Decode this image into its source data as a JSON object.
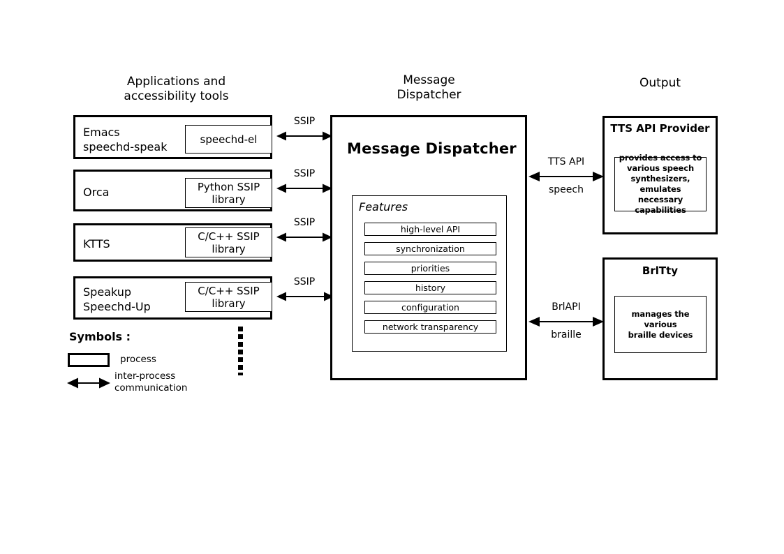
{
  "headings": {
    "left": "Applications and\naccessibility tools",
    "center": "Message\nDispatcher",
    "right": "Output"
  },
  "applications": [
    {
      "name": "Emacs\n speechd-speak",
      "library": "speechd-el",
      "link_label": "SSIP"
    },
    {
      "name": "Orca",
      "library": "Python SSIP\nlibrary",
      "link_label": "SSIP"
    },
    {
      "name": "KTTS",
      "library": "C/C++ SSIP\nlibrary",
      "link_label": "SSIP"
    },
    {
      "name": "Speakup\n Speechd-Up",
      "library": "C/C++ SSIP\nlibrary",
      "link_label": "SSIP"
    }
  ],
  "dispatcher": {
    "title": "Message Dispatcher",
    "features_label": "Features",
    "features": [
      "high-level API",
      "synchronization",
      "priorities",
      "history",
      "configuration",
      "network transparency"
    ]
  },
  "outputs": [
    {
      "title": "TTS API Provider",
      "description": "provides access to\nvarious speech\nsynthesizers, emulates\nnecessary capabilities",
      "link_top": "TTS API",
      "link_bottom": "speech"
    },
    {
      "title": "BrlTty",
      "description": "manages the various\nbraille devices",
      "link_top": "BrlAPI",
      "link_bottom": "braille"
    }
  ],
  "legend": {
    "title": "Symbols :",
    "process_label": "process",
    "communication_label": "inter-process\ncommunication"
  }
}
